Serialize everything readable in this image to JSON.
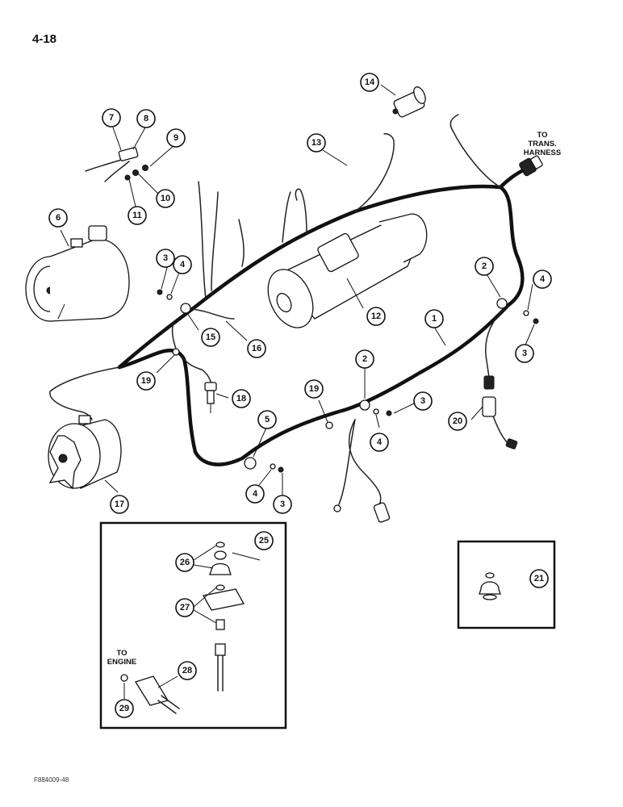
{
  "page": {
    "number": "4-18",
    "figure_code": "F884009-48"
  },
  "labels": {
    "to_trans_harness_line1": "TO",
    "to_trans_harness_line2": "TRANS.",
    "to_trans_harness_line3": "HARNESS",
    "to_engine_line1": "TO",
    "to_engine_line2": "ENGINE"
  },
  "callouts": {
    "c1": "1",
    "c2a": "2",
    "c2b": "2",
    "c3a": "3",
    "c3b": "3",
    "c3c": "3",
    "c3d": "3",
    "c4a": "4",
    "c4b": "4",
    "c4c": "4",
    "c4d": "4",
    "c5": "5",
    "c6": "6",
    "c7": "7",
    "c8": "8",
    "c9": "9",
    "c10": "10",
    "c11": "11",
    "c12": "12",
    "c13": "13",
    "c14": "14",
    "c15": "15",
    "c16": "16",
    "c17": "17",
    "c18": "18",
    "c19a": "19",
    "c19b": "19",
    "c20": "20",
    "c21": "21",
    "c25": "25",
    "c26": "26",
    "c27": "27",
    "c28": "28",
    "c29": "29"
  }
}
